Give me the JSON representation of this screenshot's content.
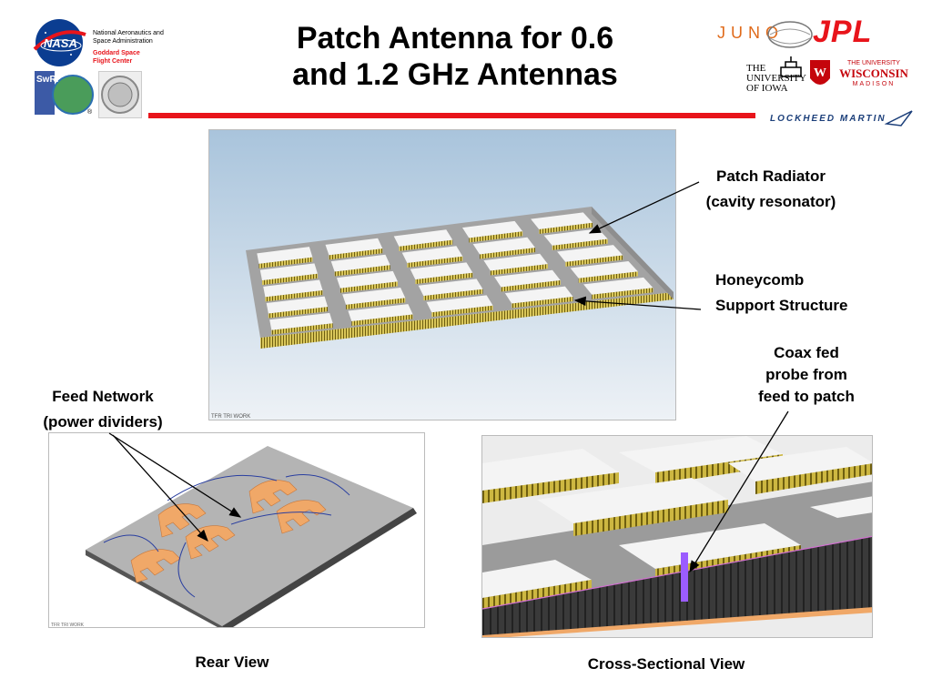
{
  "title_line1": "Patch Antenna for 0.6",
  "title_line2": "and 1.2 GHz Antennas",
  "logos": {
    "nasa_word": "NASA",
    "nasa_text1": "National Aeronautics and",
    "nasa_text2": "Space Administration",
    "goddard1": "Goddard Space",
    "goddard2": "Flight Center",
    "swri": "SwRI",
    "registered": "®",
    "juno": "JUNO",
    "jpl": "JPL",
    "iowa1": "THE",
    "iowa2": "UNIVERSITY",
    "iowa3": "OF IOWA",
    "wisc1": "THE UNIVERSITY",
    "wisc2": "WISCONSIN",
    "wisc3": "MADISON",
    "lockheed": "LOCKHEED MARTIN"
  },
  "labels": {
    "patch_radiator_1": "Patch Radiator",
    "patch_radiator_2": "(cavity resonator)",
    "honeycomb_1": "Honeycomb",
    "honeycomb_2": "Support Structure",
    "coax_1": "Coax fed",
    "coax_2": "probe from",
    "coax_3": "feed to patch",
    "feed_1": "Feed Network",
    "feed_2": "(power dividers)",
    "rear_view": "Rear View",
    "cross_view": "Cross-Sectional View",
    "tfr_main": "TFR TRI WORK",
    "tfr_rear": "TFR TRI WORK"
  },
  "colors": {
    "accent_red": "#e8141b",
    "nasa_blue": "#0b3d91",
    "honeycomb_gold": "#b9a12a",
    "patch_white": "#f4f4f4",
    "board_gray": "#9a9a9a",
    "feed_orange": "#f0a868"
  }
}
